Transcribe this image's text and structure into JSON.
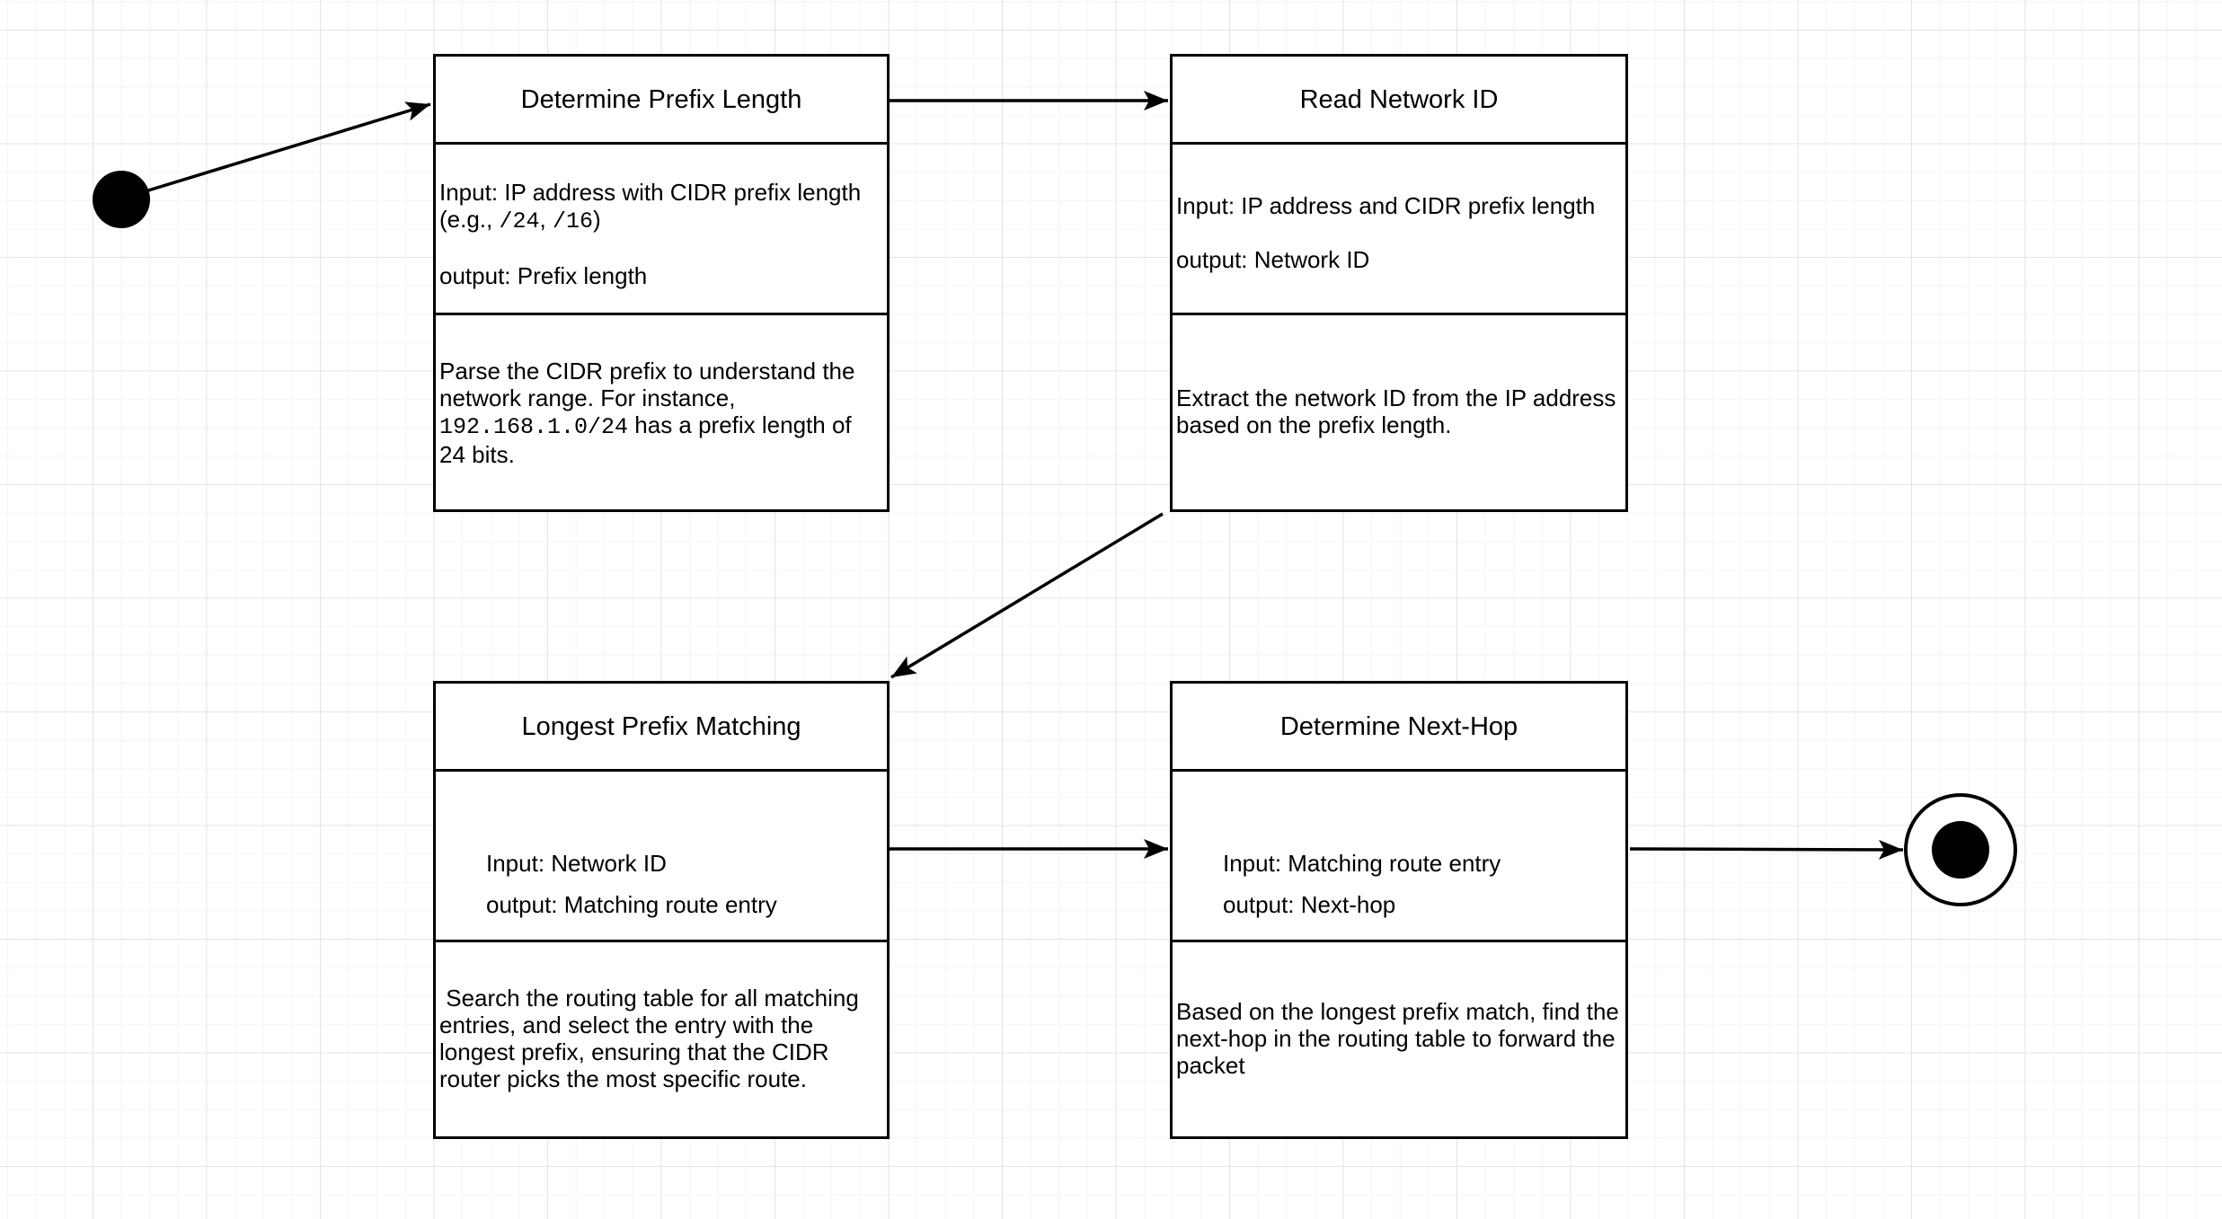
{
  "diagram": {
    "kind": "uml-activity-flowchart",
    "topic": "CIDR route lookup process",
    "colors": {
      "stroke": "#000000",
      "fill": "#ffffff",
      "grid_minor": "#f4f4f4",
      "grid_major": "#e3e3e3",
      "background": "#ffffff"
    }
  },
  "nodes": {
    "start": {
      "type": "initial-node"
    },
    "end": {
      "type": "final-node"
    }
  },
  "boxes": [
    {
      "id": "determine-prefix-length",
      "title": "Determine Prefix Length",
      "io": {
        "pre": "Input: IP address with CIDR prefix length (e.g., ",
        "mono1": "/24",
        "mid": ", ",
        "mono2": "/16",
        "post": ")\n\noutput: Prefix length"
      },
      "desc": {
        "pre": "Parse the CIDR prefix to understand the network range. For instance, ",
        "mono": "192.168.1.0/24",
        "post": " has a prefix length of 24 bits."
      }
    },
    {
      "id": "read-network-id",
      "title": "Read Network ID",
      "io": {
        "pre": "Input: IP address and CIDR prefix length\n\noutput: Network ID",
        "mono1": "",
        "mid": "",
        "mono2": "",
        "post": ""
      },
      "desc": {
        "pre": "Extract the network ID from the IP address based on the prefix length.",
        "mono": "",
        "post": ""
      }
    },
    {
      "id": "longest-prefix-matching",
      "title": "Longest Prefix Matching",
      "io": {
        "pre": "Input: Network ID\noutput: Matching route entry",
        "mono1": "",
        "mid": "",
        "mono2": "",
        "post": ""
      },
      "desc": {
        "pre": " Search the routing table for all matching entries, and select the entry with the longest prefix, ensuring that the CIDR router picks the most specific route.",
        "mono": "",
        "post": ""
      }
    },
    {
      "id": "determine-next-hop",
      "title": "Determine Next-Hop",
      "io": {
        "pre": "Input: Matching route entry\noutput: Next-hop",
        "mono1": "",
        "mid": "",
        "mono2": "",
        "post": ""
      },
      "desc": {
        "pre": "Based on the longest prefix match, find the next-hop in the routing table to forward the packet",
        "mono": "",
        "post": ""
      }
    }
  ],
  "edges": [
    {
      "from": "start",
      "to": "Determine Prefix Length"
    },
    {
      "from": "Determine Prefix Length",
      "to": "Read Network ID"
    },
    {
      "from": "Read Network ID",
      "to": "Longest Prefix Matching"
    },
    {
      "from": "Longest Prefix Matching",
      "to": "Determine Next-Hop"
    },
    {
      "from": "Determine Next-Hop",
      "to": "end"
    }
  ]
}
